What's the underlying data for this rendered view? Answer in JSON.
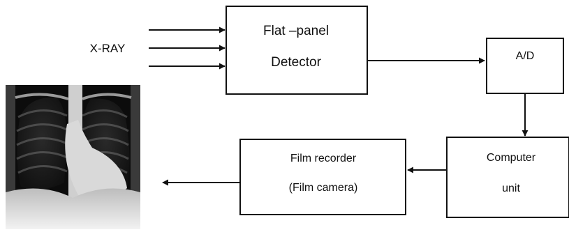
{
  "diagram": {
    "input_label": "X-RAY",
    "detector": {
      "line1": "Flat –panel",
      "line2": "Detector"
    },
    "adc": {
      "label": "A/D"
    },
    "computer": {
      "line1": "Computer",
      "line2": "unit"
    },
    "recorder": {
      "line1": "Film recorder",
      "line2": "(Film camera)"
    },
    "output_image": "chest-xray-film"
  },
  "colors": {
    "line": "#111111",
    "background": "#ffffff"
  }
}
